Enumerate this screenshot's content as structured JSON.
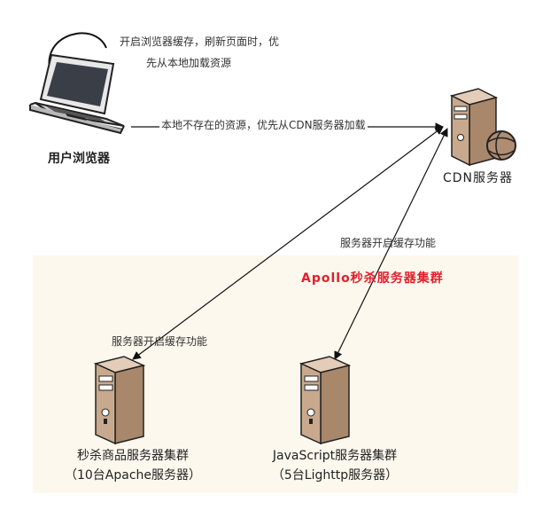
{
  "browser": {
    "name": "用户浏览器",
    "cache_note_line1": "开启浏览器缓存，刷新页面时，优",
    "cache_note_line2": "先从本地加载资源"
  },
  "cdn": {
    "name": "CDN服务器",
    "fetch_note": "本地不存在的资源，优先从CDN服务器加载"
  },
  "cluster": {
    "title": "Apollo秒杀服务器集群",
    "cache_note_left": "服务器开启缓存功能",
    "cache_note_right": "服务器开启缓存功能",
    "servers": [
      {
        "line1": "秒杀商品服务器集群",
        "line2": "（10台Apache服务器）"
      },
      {
        "line1": "JavaScript服务器集群",
        "line2": "（5台Lighttp服务器）"
      }
    ]
  },
  "colors": {
    "cluster_bg": "#fdf8ee",
    "cluster_title": "#e0202b",
    "server_body": "#c9a98d"
  }
}
